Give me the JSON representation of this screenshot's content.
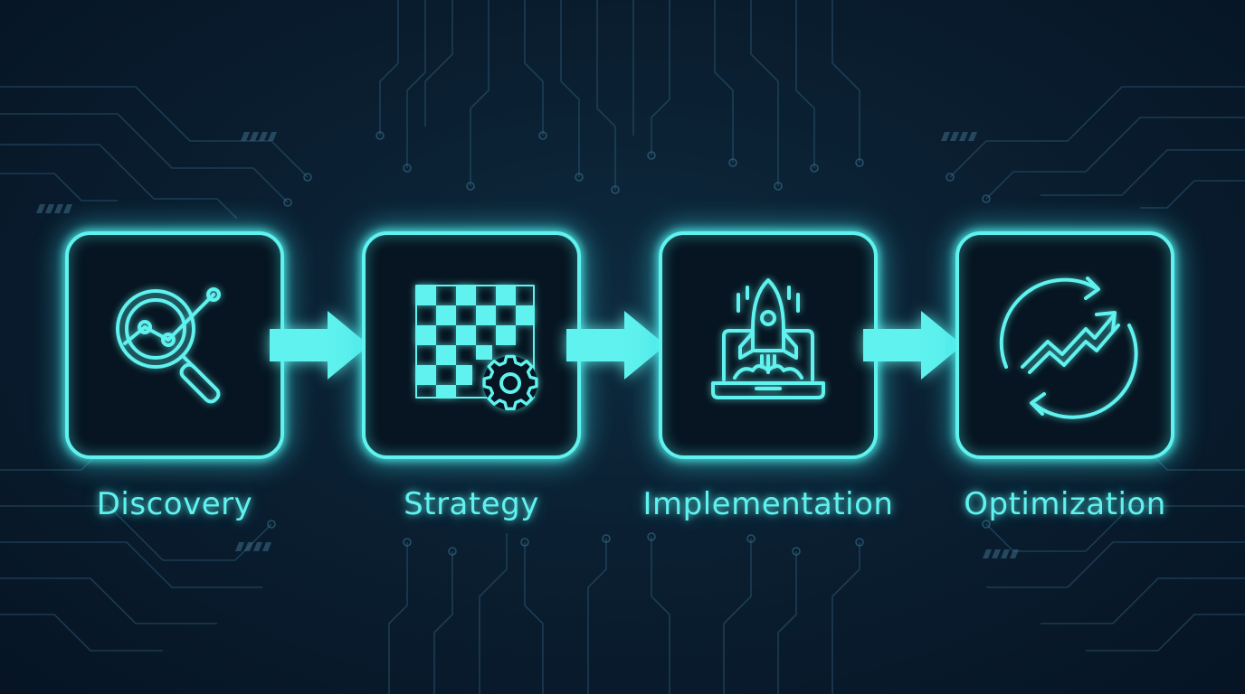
{
  "diagram": {
    "steps": [
      {
        "label": "Discovery",
        "icon": "magnifier-chart-icon"
      },
      {
        "label": "Strategy",
        "icon": "checkerboard-gear-icon"
      },
      {
        "label": "Implementation",
        "icon": "laptop-rocket-icon"
      },
      {
        "label": "Optimization",
        "icon": "cycle-growth-arrow-icon"
      }
    ],
    "connectors": [
      "step-1-to-2",
      "step-2-to-3",
      "step-3-to-4"
    ],
    "colors": {
      "accent": "#5ff2ee",
      "background": "#0a1f31",
      "circuit": "#2b5873"
    }
  }
}
